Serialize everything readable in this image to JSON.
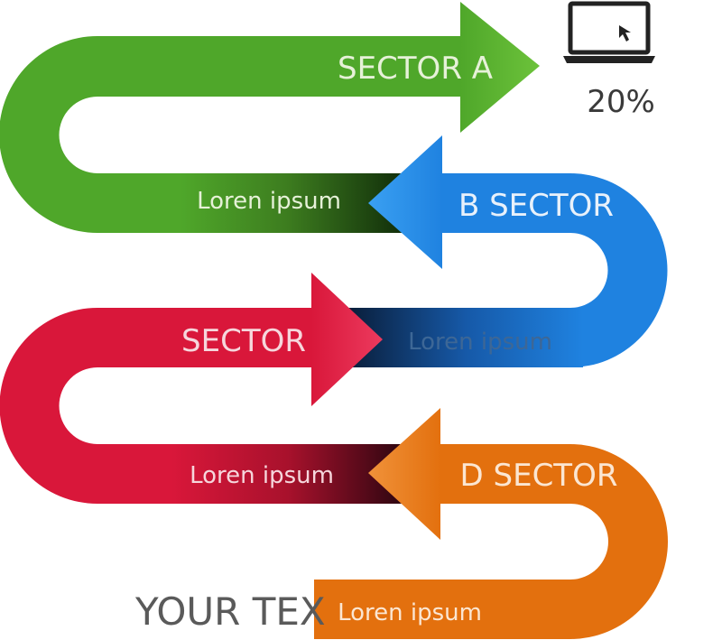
{
  "colors": {
    "green": "#4fa72a",
    "blue": "#1f82e0",
    "red": "#d9173a",
    "orange": "#e3700e",
    "text_light": "#e6f1d8",
    "text_dark": "#5a5a5a"
  },
  "device": {
    "icon": "laptop-icon",
    "cursor_icon": "cursor-icon",
    "value": "20%"
  },
  "sectors": {
    "a": {
      "title": "SECTOR A",
      "note": "Loren ipsum"
    },
    "b": {
      "title": "B SECTOR",
      "note": "Loren ipsum"
    },
    "c": {
      "title": "SECTOR",
      "note": "Loren ipsum"
    },
    "d": {
      "title": "D SECTOR",
      "note": "Loren ipsum"
    }
  },
  "footer": {
    "headline": "YOUR TEX",
    "note": "Loren ipsum"
  }
}
